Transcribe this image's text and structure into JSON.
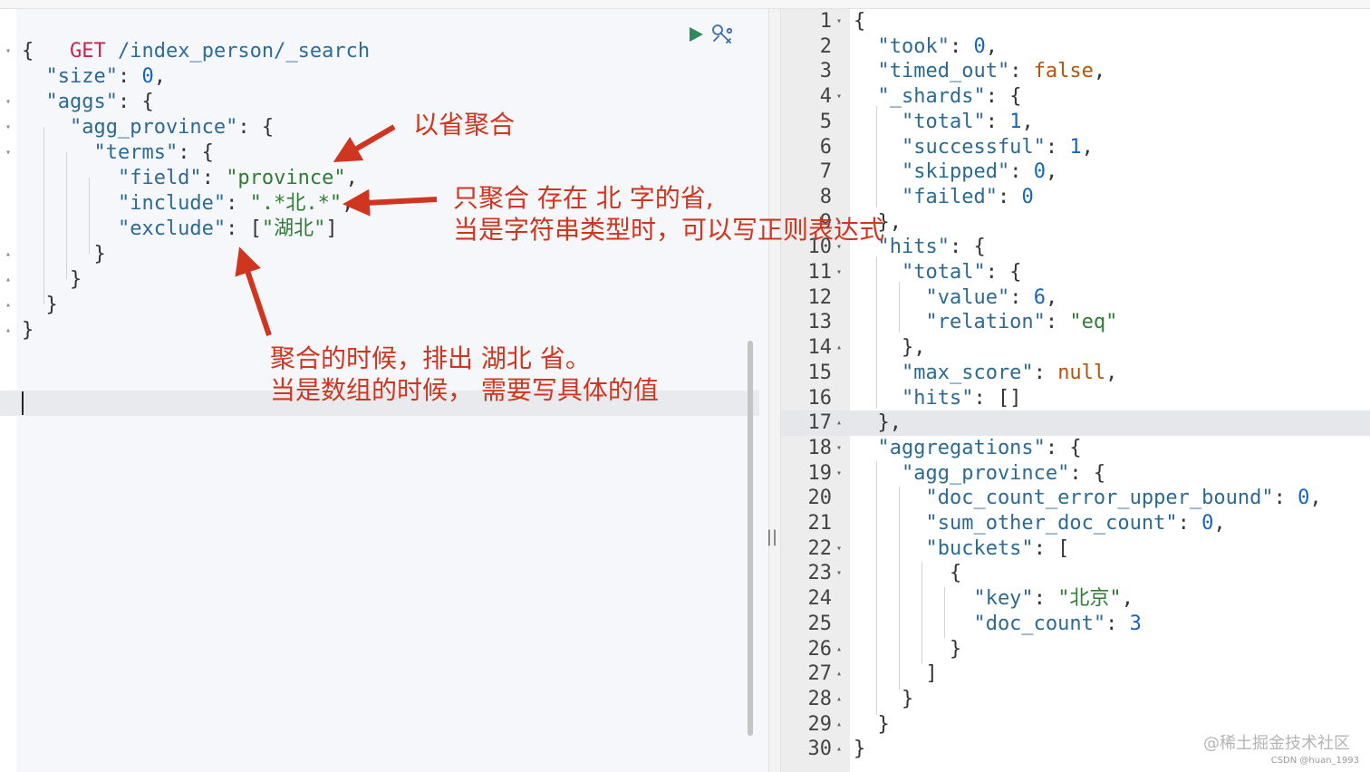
{
  "request": {
    "method": "GET",
    "path": "/index_person/_search",
    "lines": [
      {
        "fold": "▾",
        "tokens": [
          {
            "t": "{",
            "c": "punc"
          }
        ]
      },
      {
        "fold": "",
        "tokens": [
          {
            "t": "  \"size\"",
            "c": "key"
          },
          {
            "t": ": ",
            "c": "punc"
          },
          {
            "t": "0",
            "c": "num"
          },
          {
            "t": ",",
            "c": "punc"
          }
        ]
      },
      {
        "fold": "▾",
        "tokens": [
          {
            "t": "  \"aggs\"",
            "c": "key"
          },
          {
            "t": ": {",
            "c": "punc"
          }
        ]
      },
      {
        "fold": "▾",
        "tokens": [
          {
            "t": "    \"agg_province\"",
            "c": "key"
          },
          {
            "t": ": {",
            "c": "punc"
          }
        ]
      },
      {
        "fold": "▾",
        "tokens": [
          {
            "t": "      \"terms\"",
            "c": "key"
          },
          {
            "t": ": {",
            "c": "punc"
          }
        ]
      },
      {
        "fold": "",
        "tokens": [
          {
            "t": "        \"field\"",
            "c": "key"
          },
          {
            "t": ": ",
            "c": "punc"
          },
          {
            "t": "\"province\"",
            "c": "str"
          },
          {
            "t": ",",
            "c": "punc"
          }
        ]
      },
      {
        "fold": "",
        "tokens": [
          {
            "t": "        \"include\"",
            "c": "key"
          },
          {
            "t": ": ",
            "c": "punc"
          },
          {
            "t": "\".*北.*\"",
            "c": "str"
          },
          {
            "t": ",",
            "c": "punc"
          }
        ]
      },
      {
        "fold": "",
        "tokens": [
          {
            "t": "        \"exclude\"",
            "c": "key"
          },
          {
            "t": ": [",
            "c": "punc"
          },
          {
            "t": "\"湖北\"",
            "c": "str"
          },
          {
            "t": "]",
            "c": "punc"
          }
        ]
      },
      {
        "fold": "▴",
        "tokens": [
          {
            "t": "      }",
            "c": "punc"
          }
        ]
      },
      {
        "fold": "▴",
        "tokens": [
          {
            "t": "    }",
            "c": "punc"
          }
        ]
      },
      {
        "fold": "▴",
        "tokens": [
          {
            "t": "  }",
            "c": "punc"
          }
        ]
      },
      {
        "fold": "▴",
        "tokens": [
          {
            "t": "}",
            "c": "punc"
          }
        ]
      }
    ]
  },
  "response": {
    "lines": [
      {
        "n": "1",
        "fold": "▾",
        "tokens": [
          {
            "t": "{",
            "c": "punc"
          }
        ]
      },
      {
        "n": "2",
        "fold": "",
        "tokens": [
          {
            "t": "  \"took\"",
            "c": "key"
          },
          {
            "t": ": ",
            "c": "punc"
          },
          {
            "t": "0",
            "c": "num"
          },
          {
            "t": ",",
            "c": "punc"
          }
        ]
      },
      {
        "n": "3",
        "fold": "",
        "tokens": [
          {
            "t": "  \"timed_out\"",
            "c": "key"
          },
          {
            "t": ": ",
            "c": "punc"
          },
          {
            "t": "false",
            "c": "bool"
          },
          {
            "t": ",",
            "c": "punc"
          }
        ]
      },
      {
        "n": "4",
        "fold": "▾",
        "tokens": [
          {
            "t": "  \"_shards\"",
            "c": "key"
          },
          {
            "t": ": {",
            "c": "punc"
          }
        ]
      },
      {
        "n": "5",
        "fold": "",
        "tokens": [
          {
            "t": "    \"total\"",
            "c": "key"
          },
          {
            "t": ": ",
            "c": "punc"
          },
          {
            "t": "1",
            "c": "num"
          },
          {
            "t": ",",
            "c": "punc"
          }
        ]
      },
      {
        "n": "6",
        "fold": "",
        "tokens": [
          {
            "t": "    \"successful\"",
            "c": "key"
          },
          {
            "t": ": ",
            "c": "punc"
          },
          {
            "t": "1",
            "c": "num"
          },
          {
            "t": ",",
            "c": "punc"
          }
        ]
      },
      {
        "n": "7",
        "fold": "",
        "tokens": [
          {
            "t": "    \"skipped\"",
            "c": "key"
          },
          {
            "t": ": ",
            "c": "punc"
          },
          {
            "t": "0",
            "c": "num"
          },
          {
            "t": ",",
            "c": "punc"
          }
        ]
      },
      {
        "n": "8",
        "fold": "",
        "tokens": [
          {
            "t": "    \"failed\"",
            "c": "key"
          },
          {
            "t": ": ",
            "c": "punc"
          },
          {
            "t": "0",
            "c": "num"
          }
        ]
      },
      {
        "n": "9",
        "fold": "▴",
        "tokens": [
          {
            "t": "  },",
            "c": "punc"
          }
        ]
      },
      {
        "n": "10",
        "fold": "▾",
        "tokens": [
          {
            "t": "  \"hits\"",
            "c": "key"
          },
          {
            "t": ": {",
            "c": "punc"
          }
        ]
      },
      {
        "n": "11",
        "fold": "▾",
        "tokens": [
          {
            "t": "    \"total\"",
            "c": "key"
          },
          {
            "t": ": {",
            "c": "punc"
          }
        ]
      },
      {
        "n": "12",
        "fold": "",
        "tokens": [
          {
            "t": "      \"value\"",
            "c": "key"
          },
          {
            "t": ": ",
            "c": "punc"
          },
          {
            "t": "6",
            "c": "num"
          },
          {
            "t": ",",
            "c": "punc"
          }
        ]
      },
      {
        "n": "13",
        "fold": "",
        "tokens": [
          {
            "t": "      \"relation\"",
            "c": "key"
          },
          {
            "t": ": ",
            "c": "punc"
          },
          {
            "t": "\"eq\"",
            "c": "str"
          }
        ]
      },
      {
        "n": "14",
        "fold": "▴",
        "tokens": [
          {
            "t": "    },",
            "c": "punc"
          }
        ]
      },
      {
        "n": "15",
        "fold": "",
        "tokens": [
          {
            "t": "    \"max_score\"",
            "c": "key"
          },
          {
            "t": ": ",
            "c": "punc"
          },
          {
            "t": "null",
            "c": "bool"
          },
          {
            "t": ",",
            "c": "punc"
          }
        ]
      },
      {
        "n": "16",
        "fold": "",
        "tokens": [
          {
            "t": "    \"hits\"",
            "c": "key"
          },
          {
            "t": ": []",
            "c": "punc"
          }
        ]
      },
      {
        "n": "17",
        "fold": "▴",
        "tokens": [
          {
            "t": "  },",
            "c": "punc"
          }
        ]
      },
      {
        "n": "18",
        "fold": "▾",
        "tokens": [
          {
            "t": "  \"aggregations\"",
            "c": "key"
          },
          {
            "t": ": {",
            "c": "punc"
          }
        ]
      },
      {
        "n": "19",
        "fold": "▾",
        "tokens": [
          {
            "t": "    \"agg_province\"",
            "c": "key"
          },
          {
            "t": ": {",
            "c": "punc"
          }
        ]
      },
      {
        "n": "20",
        "fold": "",
        "tokens": [
          {
            "t": "      \"doc_count_error_upper_bound\"",
            "c": "key"
          },
          {
            "t": ": ",
            "c": "punc"
          },
          {
            "t": "0",
            "c": "num"
          },
          {
            "t": ",",
            "c": "punc"
          }
        ]
      },
      {
        "n": "21",
        "fold": "",
        "tokens": [
          {
            "t": "      \"sum_other_doc_count\"",
            "c": "key"
          },
          {
            "t": ": ",
            "c": "punc"
          },
          {
            "t": "0",
            "c": "num"
          },
          {
            "t": ",",
            "c": "punc"
          }
        ]
      },
      {
        "n": "22",
        "fold": "▾",
        "tokens": [
          {
            "t": "      \"buckets\"",
            "c": "key"
          },
          {
            "t": ": [",
            "c": "punc"
          }
        ]
      },
      {
        "n": "23",
        "fold": "▾",
        "tokens": [
          {
            "t": "        {",
            "c": "punc"
          }
        ]
      },
      {
        "n": "24",
        "fold": "",
        "tokens": [
          {
            "t": "          \"key\"",
            "c": "key"
          },
          {
            "t": ": ",
            "c": "punc"
          },
          {
            "t": "\"北京\"",
            "c": "str"
          },
          {
            "t": ",",
            "c": "punc"
          }
        ]
      },
      {
        "n": "25",
        "fold": "",
        "tokens": [
          {
            "t": "          \"doc_count\"",
            "c": "key"
          },
          {
            "t": ": ",
            "c": "punc"
          },
          {
            "t": "3",
            "c": "num"
          }
        ]
      },
      {
        "n": "26",
        "fold": "▴",
        "tokens": [
          {
            "t": "        }",
            "c": "punc"
          }
        ]
      },
      {
        "n": "27",
        "fold": "▴",
        "tokens": [
          {
            "t": "      ]",
            "c": "punc"
          }
        ]
      },
      {
        "n": "28",
        "fold": "▴",
        "tokens": [
          {
            "t": "    }",
            "c": "punc"
          }
        ]
      },
      {
        "n": "29",
        "fold": "▴",
        "tokens": [
          {
            "t": "  }",
            "c": "punc"
          }
        ]
      },
      {
        "n": "30",
        "fold": "▴",
        "tokens": [
          {
            "t": "}",
            "c": "punc"
          }
        ]
      }
    ]
  },
  "icons": {
    "run": "play-icon",
    "settings": "wrench-icon",
    "divider": "resize-handle-icon"
  },
  "divider_label": "||",
  "annotations": {
    "note1": "以省聚合",
    "note2_line1": "只聚合 存在 北 字的省,",
    "note2_line2": "当是字符串类型时，可以写正则表达式",
    "note3_line1": "聚合的时候，排出 湖北 省。",
    "note3_line2": "当是数组的时候， 需要写具体的值"
  },
  "watermark": "@稀土掘金技术社区",
  "credit": "CSDN @huan_1993",
  "colors": {
    "annotation": "#d0351f",
    "key": "#2c6a92",
    "string": "#2e7d32",
    "number": "#1565c0",
    "keyword": "#b5530a",
    "method": "#c7254e"
  }
}
